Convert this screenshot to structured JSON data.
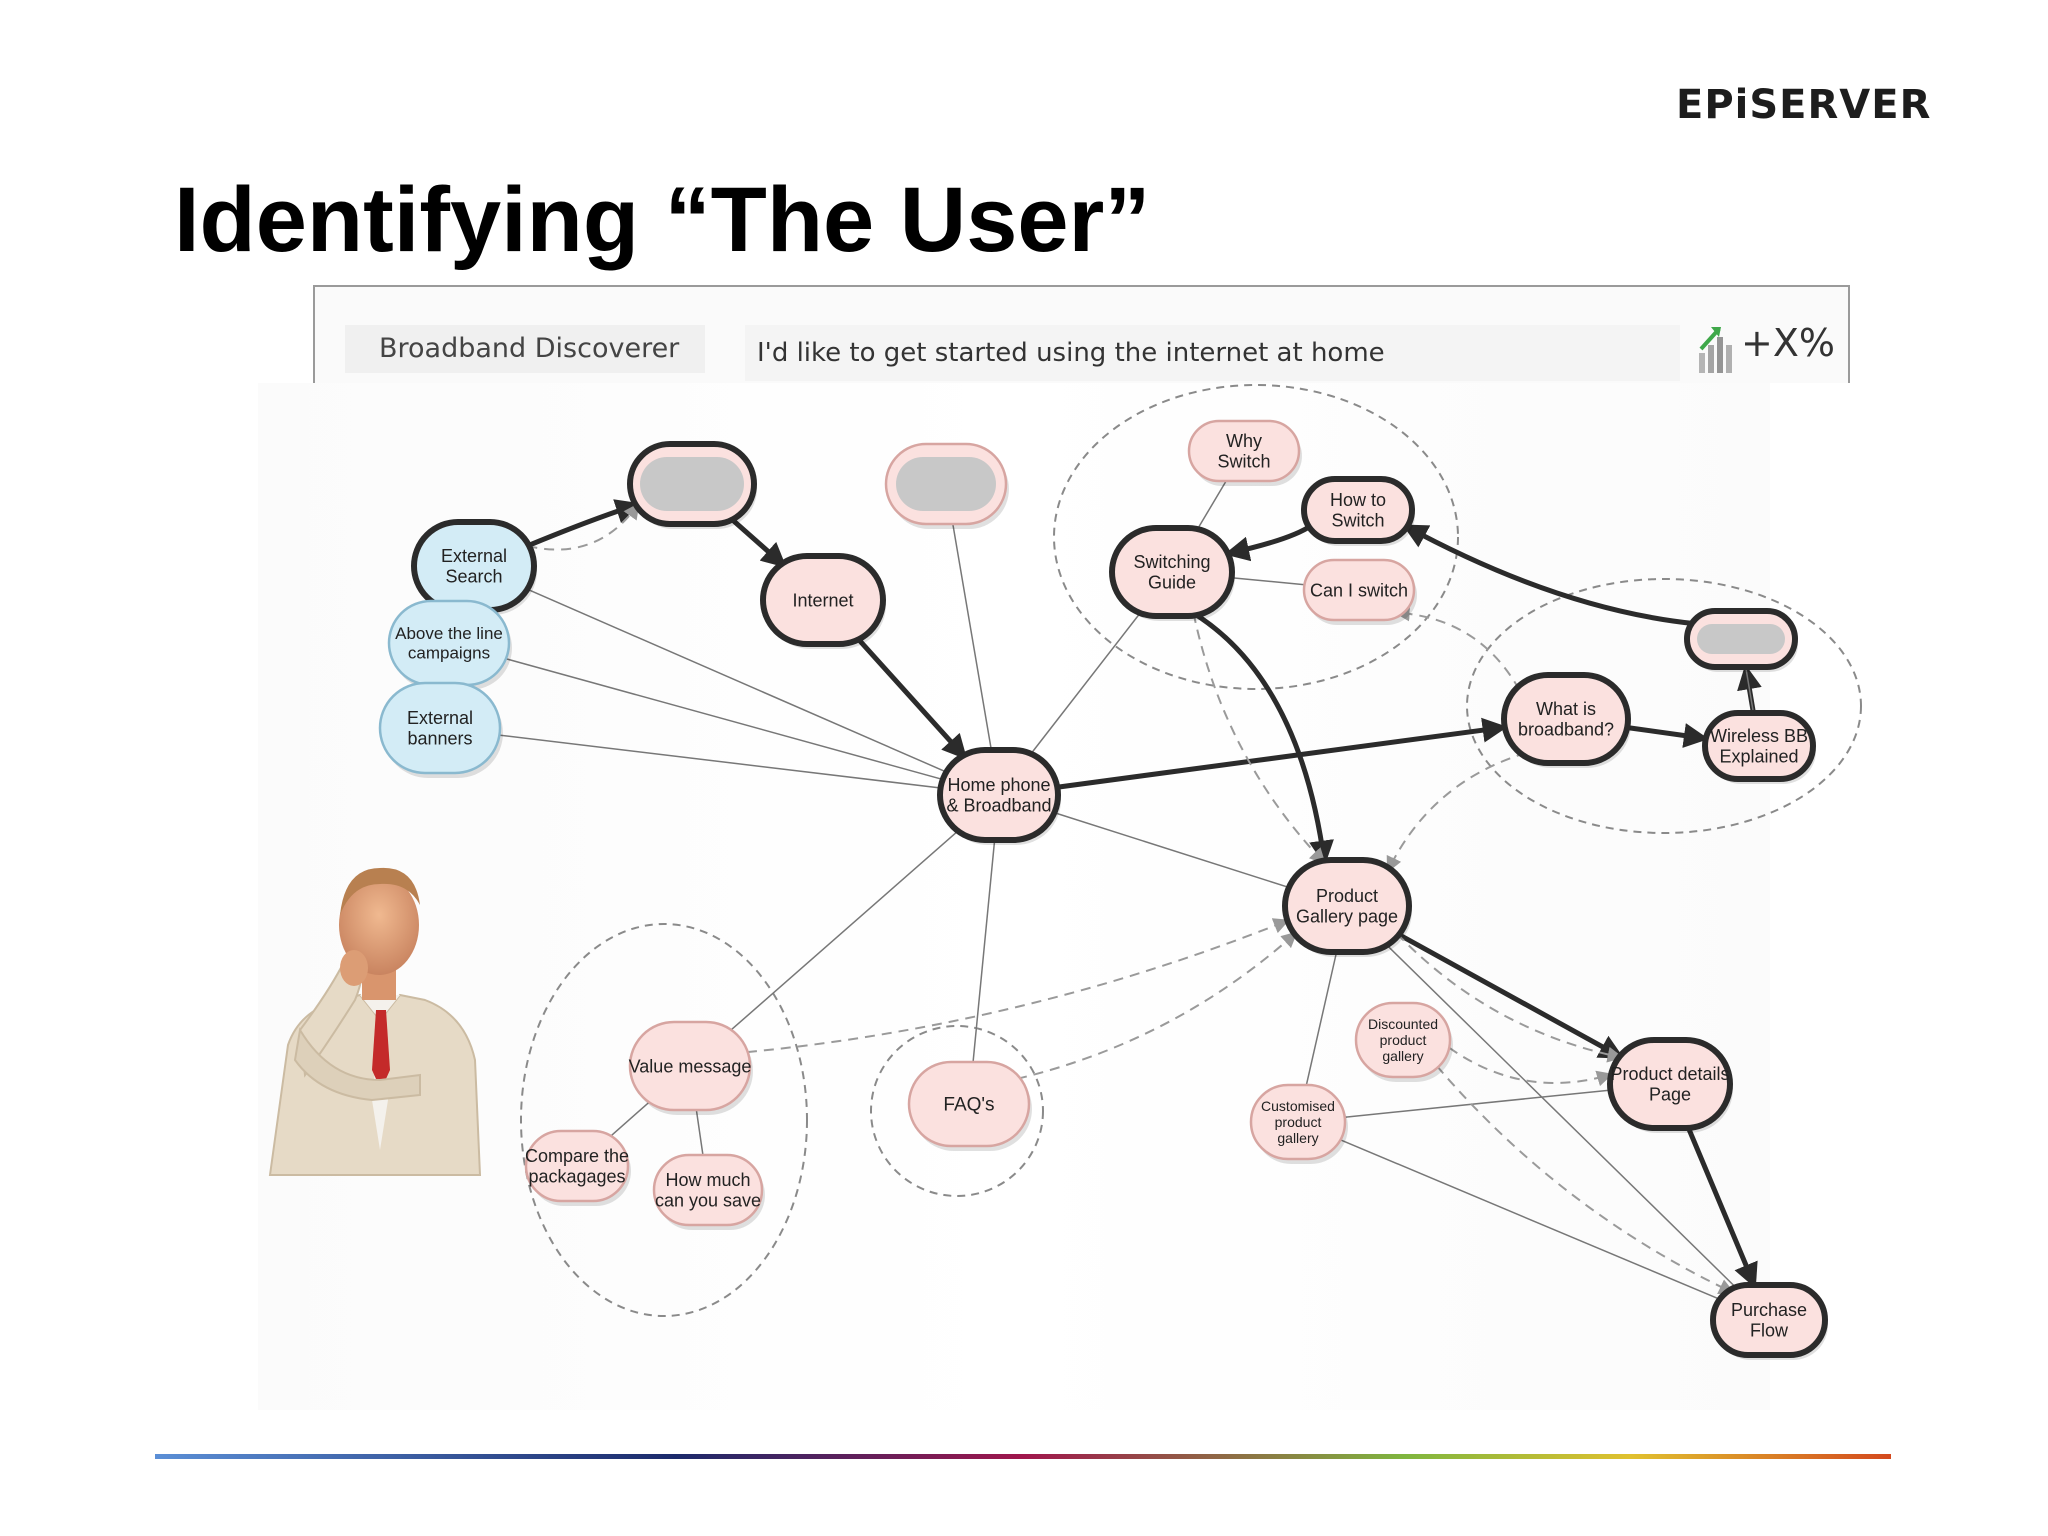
{
  "logo": {
    "text": "EPiSERVER"
  },
  "slide": {
    "title": "Identifying “The User”"
  },
  "toolbar": {
    "tab_label": "Broadband Discoverer",
    "search_text": "I'd like to get started using the internet at home",
    "metric": "+X%"
  },
  "colors": {
    "source_fill": "#d3ecf6",
    "page_fill": "#fbe1df",
    "dark_stroke": "#2b2b2b",
    "placeholder_fill": "#c8c8c8",
    "edge": "#777777"
  },
  "diagram": {
    "nodes": [
      {
        "id": "ph1",
        "label": "",
        "type": "placeholder",
        "bold": true
      },
      {
        "id": "ph2",
        "label": "",
        "type": "placeholder",
        "bold": false
      },
      {
        "id": "ph3",
        "label": "",
        "type": "placeholder",
        "bold": true
      },
      {
        "id": "ext_search",
        "label": "External\nSearch",
        "type": "source",
        "bold": true
      },
      {
        "id": "above_line",
        "label": "Above the line\ncampaigns",
        "type": "source",
        "bold": false
      },
      {
        "id": "ext_banners",
        "label": "External\nbanners",
        "type": "source",
        "bold": false
      },
      {
        "id": "internet",
        "label": "Internet",
        "type": "page",
        "bold": true
      },
      {
        "id": "why_switch",
        "label": "Why\nSwitch",
        "type": "page",
        "bold": false
      },
      {
        "id": "how_switch",
        "label": "How to\nSwitch",
        "type": "page",
        "bold": true
      },
      {
        "id": "switch_guide",
        "label": "Switching\nGuide",
        "type": "page",
        "bold": true
      },
      {
        "id": "can_switch",
        "label": "Can I switch",
        "type": "page",
        "bold": false
      },
      {
        "id": "what_bb",
        "label": "What is\nbroadband?",
        "type": "page",
        "bold": true
      },
      {
        "id": "wireless",
        "label": "Wireless BB\nExplained",
        "type": "page",
        "bold": true
      },
      {
        "id": "home_phone",
        "label": "Home phone\n& Broadband",
        "type": "page",
        "bold": true
      },
      {
        "id": "gallery",
        "label": "Product\nGallery page",
        "type": "page",
        "bold": true
      },
      {
        "id": "discounted",
        "label": "Discounted\nproduct\ngallery",
        "type": "page",
        "bold": false
      },
      {
        "id": "customised",
        "label": "Customised\nproduct\ngallery",
        "type": "page",
        "bold": false
      },
      {
        "id": "details",
        "label": "Product details\nPage",
        "type": "page",
        "bold": true
      },
      {
        "id": "purchase",
        "label": "Purchase\nFlow",
        "type": "page",
        "bold": true
      },
      {
        "id": "value_msg",
        "label": "Value message",
        "type": "page",
        "bold": false
      },
      {
        "id": "compare",
        "label": "Compare the\npackagages",
        "type": "page",
        "bold": false
      },
      {
        "id": "how_much",
        "label": "How much\ncan you save",
        "type": "page",
        "bold": false
      },
      {
        "id": "faqs",
        "label": "FAQ's",
        "type": "page",
        "bold": false
      }
    ],
    "edges": [
      {
        "from": "ext_search",
        "to": "ph1",
        "style": "primary"
      },
      {
        "from": "ph1",
        "to": "internet",
        "style": "primary"
      },
      {
        "from": "internet",
        "to": "home_phone",
        "style": "primary"
      },
      {
        "from": "home_phone",
        "to": "what_bb",
        "style": "primary"
      },
      {
        "from": "what_bb",
        "to": "wireless",
        "style": "primary"
      },
      {
        "from": "wireless",
        "to": "ph3",
        "style": "primary"
      },
      {
        "from": "ph3",
        "to": "how_switch",
        "style": "primary"
      },
      {
        "from": "how_switch",
        "to": "switch_guide",
        "style": "primary"
      },
      {
        "from": "switch_guide",
        "to": "gallery",
        "style": "primary"
      },
      {
        "from": "gallery",
        "to": "details",
        "style": "primary"
      },
      {
        "from": "details",
        "to": "purchase",
        "style": "primary"
      },
      {
        "from": "ext_search",
        "to": "home_phone",
        "style": "thin"
      },
      {
        "from": "above_line",
        "to": "home_phone",
        "style": "thin"
      },
      {
        "from": "ext_banners",
        "to": "home_phone",
        "style": "thin"
      },
      {
        "from": "ph2",
        "to": "home_phone",
        "style": "thin"
      },
      {
        "from": "switch_guide",
        "to": "home_phone",
        "style": "thin"
      },
      {
        "from": "why_switch",
        "to": "switch_guide",
        "style": "thin"
      },
      {
        "from": "can_switch",
        "to": "switch_guide",
        "style": "thin"
      },
      {
        "from": "wireless",
        "to": "ph3",
        "style": "thin"
      },
      {
        "from": "home_phone",
        "to": "gallery",
        "style": "thin"
      },
      {
        "from": "home_phone",
        "to": "value_msg",
        "style": "thin"
      },
      {
        "from": "home_phone",
        "to": "faqs",
        "style": "thin"
      },
      {
        "from": "value_msg",
        "to": "compare",
        "style": "thin"
      },
      {
        "from": "value_msg",
        "to": "how_much",
        "style": "thin"
      },
      {
        "from": "gallery",
        "to": "customised",
        "style": "thin"
      },
      {
        "from": "gallery",
        "to": "purchase",
        "style": "thin"
      },
      {
        "from": "customised",
        "to": "details",
        "style": "thin"
      },
      {
        "from": "customised",
        "to": "purchase",
        "style": "thin"
      },
      {
        "from": "ext_search",
        "to": "ph1",
        "style": "dashed"
      },
      {
        "from": "gallery",
        "to": "details",
        "style": "dashed"
      },
      {
        "from": "discounted",
        "to": "details",
        "style": "dashed"
      },
      {
        "from": "discounted",
        "to": "purchase",
        "style": "dashed"
      },
      {
        "from": "faqs",
        "to": "gallery",
        "style": "dashed"
      },
      {
        "from": "value_msg",
        "to": "gallery",
        "style": "dashed"
      },
      {
        "from": "what_bb",
        "to": "gallery",
        "style": "dashed"
      },
      {
        "from": "what_bb",
        "to": "can_switch",
        "style": "dashed"
      },
      {
        "from": "switch_guide",
        "to": "gallery",
        "style": "dashed"
      }
    ]
  }
}
